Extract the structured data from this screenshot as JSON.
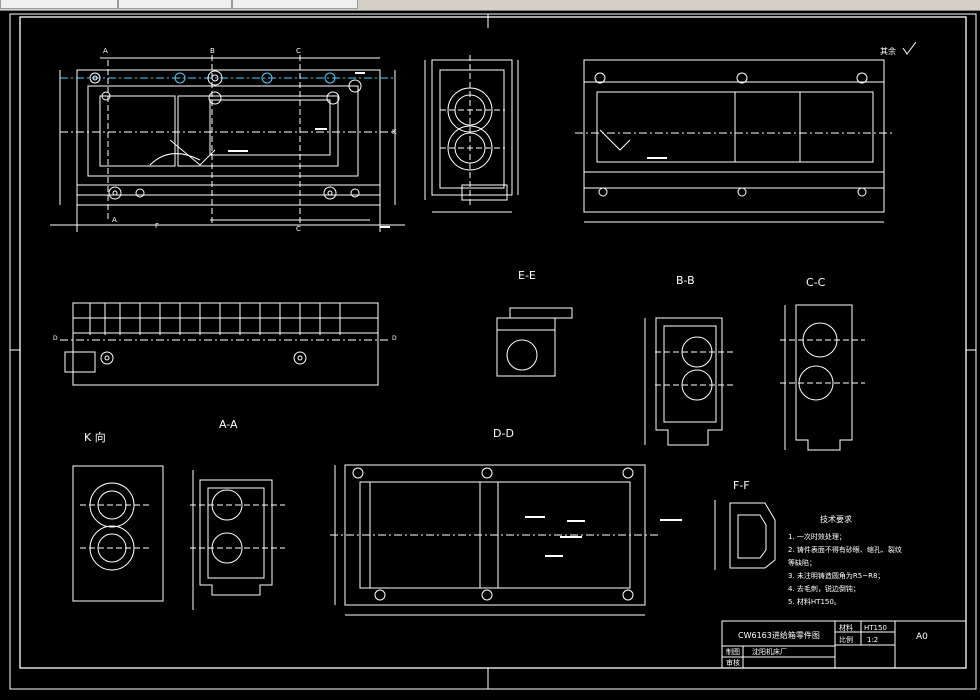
{
  "app": {
    "buttons": [
      "",
      "",
      ""
    ]
  },
  "drawing": {
    "rough_mark": "其余",
    "views": {
      "ee": "E-E",
      "bb": "B-B",
      "cc": "C-C",
      "k": "K 向",
      "aa": "A-A",
      "dd": "D-D",
      "ff": "F-F"
    },
    "section_marks": {
      "a": "A",
      "b": "B",
      "c": "C",
      "d": "D",
      "e": "E",
      "f": "F",
      "k": "K"
    },
    "notes": {
      "title": "技术要求",
      "items": [
        "1. 一次时效处理；",
        "2. 铸件表面不得有砂眼、缩孔、裂纹",
        "等缺陷；",
        "3. 未注明铸造圆角为R5~R8；",
        "4. 去毛刺，锐边倒钝；",
        "5. 材料HT150。"
      ]
    },
    "title_block": {
      "part_name": "CW6163进给箱零件图",
      "material_label": "材料",
      "material_value": "HT150",
      "scale_label": "比例",
      "scale_value": "1:2",
      "sheet_size": "A0",
      "drawn_label": "制图",
      "check_label": "审核",
      "company": "沈阳机床厂"
    }
  }
}
